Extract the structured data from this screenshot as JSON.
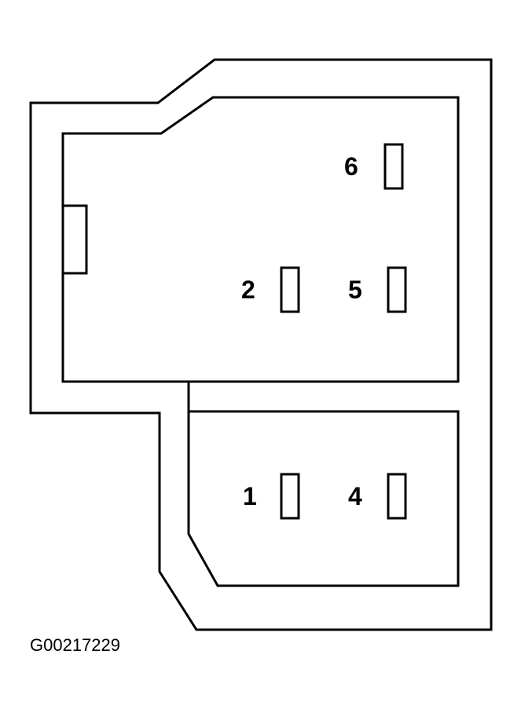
{
  "diagram": {
    "reference_code": "G00217229",
    "terminals": [
      {
        "label": "6"
      },
      {
        "label": "2"
      },
      {
        "label": "5"
      },
      {
        "label": "1"
      },
      {
        "label": "4"
      }
    ]
  }
}
